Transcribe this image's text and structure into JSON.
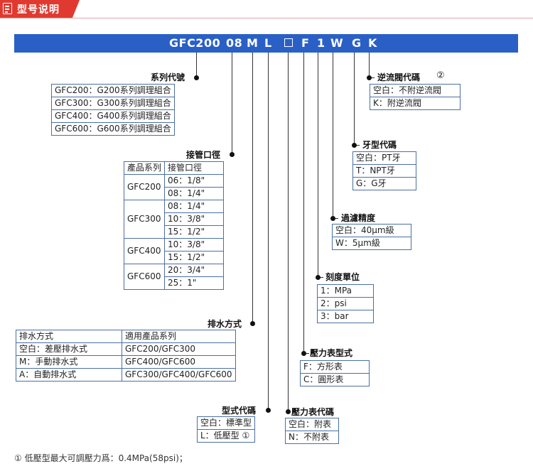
{
  "header": {
    "title": "型号说明"
  },
  "model_code": [
    "GFC200",
    "08",
    "M",
    "L",
    "□",
    "F",
    "1",
    "W",
    "G",
    "K"
  ],
  "series": {
    "label": "系列代號",
    "rows": [
      "GFC200：G200系列調理組合",
      "GFC300：G300系列調理組合",
      "GFC400：G400系列調理組合",
      "GFC600：G600系列調理組合"
    ]
  },
  "port": {
    "label": "接管口徑",
    "headers": [
      "產品系列",
      "接管口徑"
    ],
    "groups": [
      {
        "series": "GFC200",
        "sizes": [
          "06：1/8\"",
          "08：1/4\""
        ]
      },
      {
        "series": "GFC300",
        "sizes": [
          "08：1/4\"",
          "10：3/8\"",
          "15：1/2\""
        ]
      },
      {
        "series": "GFC400",
        "sizes": [
          "10：3/8\"",
          "15：1/2\""
        ]
      },
      {
        "series": "GFC600",
        "sizes": [
          "20：3/4\"",
          "25：1\""
        ]
      }
    ]
  },
  "drain": {
    "label": "排水方式",
    "headers": [
      "排水方式",
      "適用產品系列"
    ],
    "rows": [
      [
        "空白：差壓排水式",
        "GFC200/GFC300"
      ],
      [
        "M：手動排水式",
        "GFC400/GFC600"
      ],
      [
        "A：自動排水式",
        "GFC300/GFC400/GFC600"
      ]
    ]
  },
  "type": {
    "label": "型式代碼",
    "rows": [
      "空白：標準型",
      "L：低壓型 ①"
    ]
  },
  "gauge_code": {
    "label": "壓力表代碼",
    "rows": [
      "空白：附表",
      "N：不附表"
    ]
  },
  "gauge_type": {
    "label": "壓力表型式",
    "rows": [
      "F：方形表",
      "C：圓形表"
    ]
  },
  "scale": {
    "label": "刻度單位",
    "rows": [
      "1：MPa",
      "2：psi",
      "3：bar"
    ]
  },
  "filter": {
    "label": "過濾精度",
    "rows": [
      "空白：40μm級",
      "W：5μm級"
    ]
  },
  "thread": {
    "label": "牙型代碼",
    "rows": [
      "空白：PT牙",
      "T：NPT牙",
      "G：G牙"
    ]
  },
  "check": {
    "label": "逆流閥代碼",
    "note": "②",
    "rows": [
      "空白：不附逆流閥",
      "K：附逆流閥"
    ]
  },
  "footnote": "① 低壓型最大可調壓力爲：0.4MPa(58psi)；",
  "colors": {
    "accent": "#e03a30",
    "bar": "#2a60c6",
    "table_border": "#4a6fa5"
  }
}
